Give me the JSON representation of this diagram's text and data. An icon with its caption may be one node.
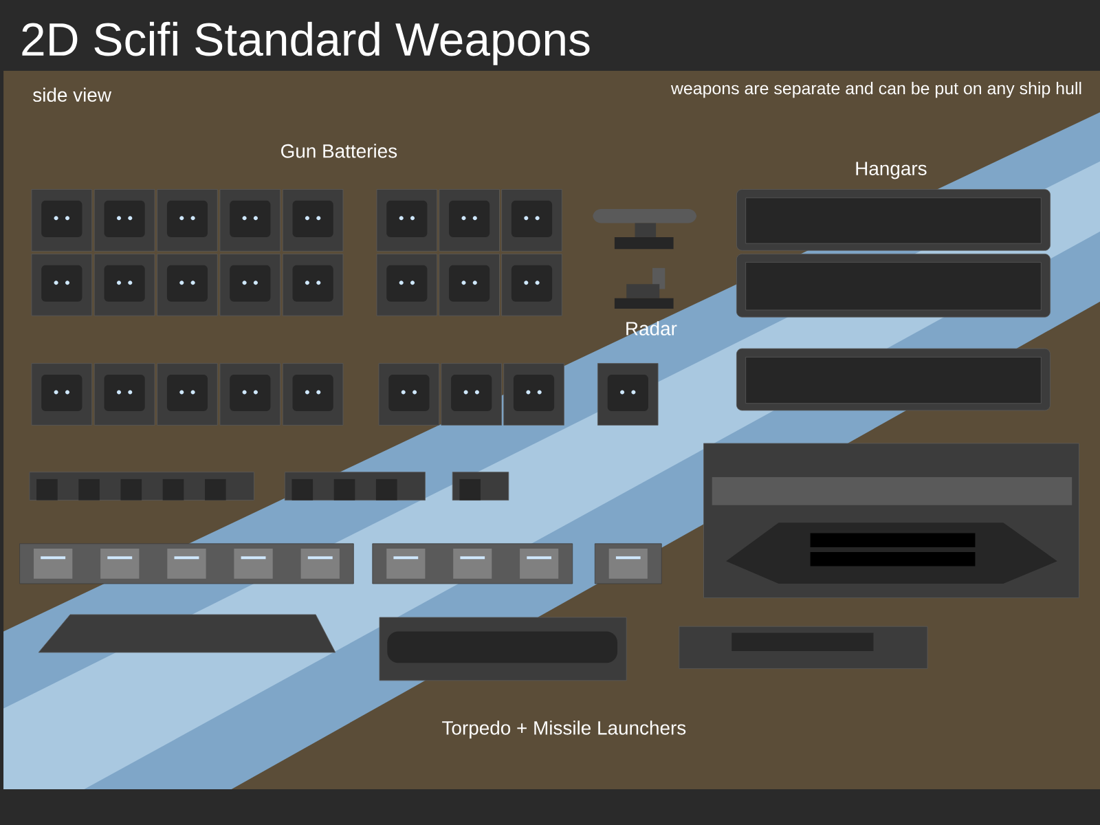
{
  "diagram": {
    "title": "2D Scifi Standard Weapons",
    "labels": [
      "side view",
      "weapons are separate and can be put on any ship hull",
      "Gun Batteries",
      "Hangars",
      "Radar",
      "Torpedo + Missile Launchers"
    ]
  }
}
